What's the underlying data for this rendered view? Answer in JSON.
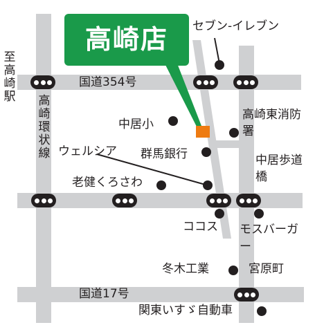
{
  "colors": {
    "road": "#cfd0d2",
    "callout": "#1a9a4a",
    "store_marker": "#ee7b11",
    "ink": "#231f20"
  },
  "store": {
    "name": "高崎店"
  },
  "roads": {
    "route354": "国道354号",
    "route17": "国道17号",
    "loop_line": "高崎環状線",
    "to_station": "至高崎駅"
  },
  "landmarks": {
    "seven_eleven": "セブン-イレブン",
    "nakai_elementary": "中居小",
    "takasaki_east_fire": "高崎東消防署",
    "gunma_bank": "群馬銀行",
    "welcia": "ウェルシア",
    "roken_kurosawa": "老健くろさわ",
    "nakai_footbridge": "中居歩道橋",
    "cocos": "ココス",
    "mos_burger": "モスバーガー",
    "fuyuki_kogyo": "冬木工業",
    "miyahara_town": "宮原町",
    "kanto_isuzu": "関東いすゞ自動車"
  }
}
